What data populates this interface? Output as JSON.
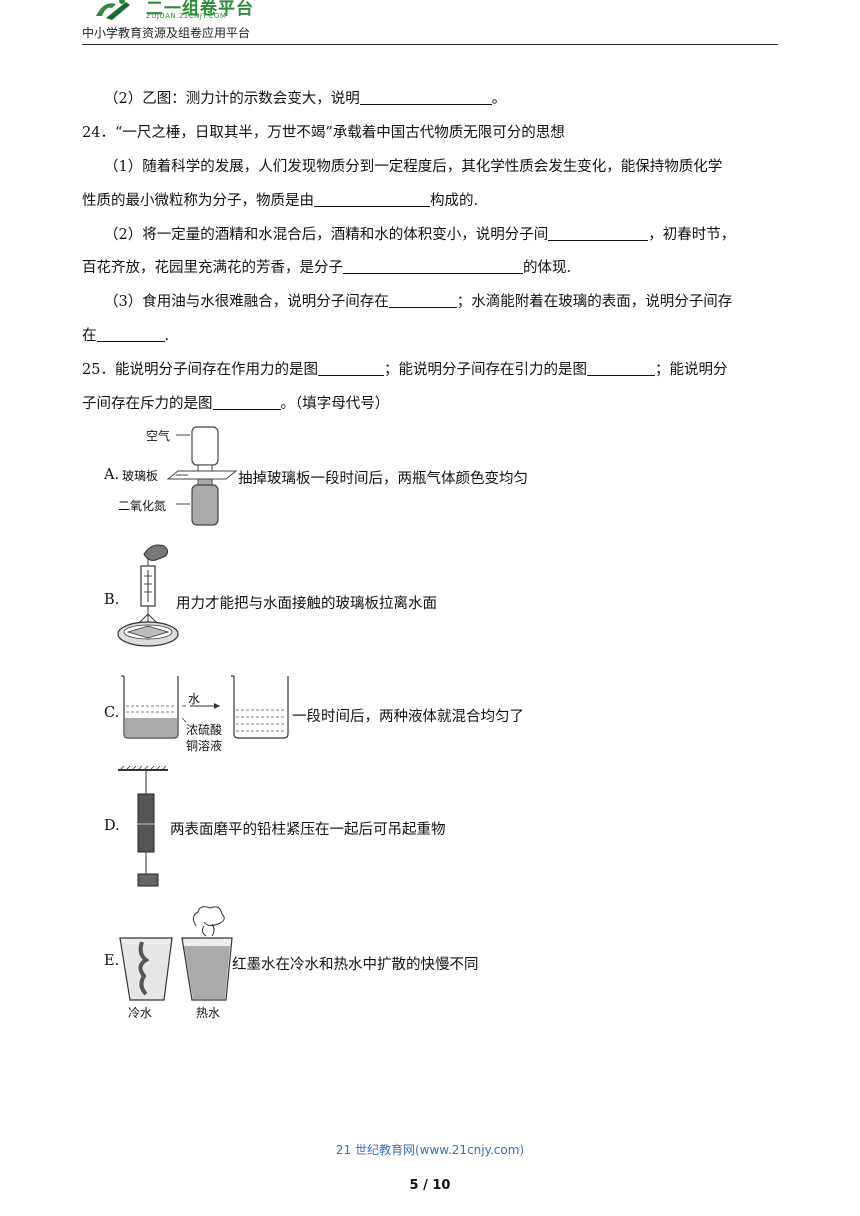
{
  "header": {
    "logo_text": "二一组卷平台",
    "logo_sub": "ZUJUAN.21CNJY.COM",
    "subtitle": "中小学教育资源及组卷应用平台"
  },
  "lines": {
    "l1a": "（2）乙图：测力计的示数会变大，说明",
    "l1b": "。",
    "q24": "24．“一尺之棰，日取其半，万世不竭”承载着中国古代物质无限可分的思想",
    "l3": "（1）随着科学的发展，人们发现物质分到一定程度后，其化学性质会发生变化，能保持物质化学",
    "l4a": "性质的最小微粒称为分子，物质是由",
    "l4b": "构成的.",
    "l5a": "（2）将一定量的酒精和水混合后，酒精和水的体积变小，说明分子间",
    "l5b": "，初春时节，",
    "l6a": "百花齐放，花园里充满花的芳香，是分子",
    "l6b": "的体现.",
    "l7a": "（3）食用油与水很难融合，说明分子间存在",
    "l7b": "；水滴能附着在玻璃的表面，说明分子间存",
    "l8a": "在",
    "l8b": ".",
    "q25a": "25．能说明分子间存在作用力的是图",
    "q25b": "；能说明分子间存在引力的是图",
    "q25c": "；能说明分",
    "l10a": "子间存在斥力的是图",
    "l10b": "。（填字母代号）"
  },
  "options": [
    {
      "letter": "A.",
      "text": "抽掉玻璃板一段时间后，两瓶气体颜色变均匀"
    },
    {
      "letter": "B.",
      "text": "用力才能把与水面接触的玻璃板拉离水面"
    },
    {
      "letter": "C.",
      "text": "一段时间后，两种液体就混合均匀了"
    },
    {
      "letter": "D.",
      "text": "两表面磨平的铅柱紧压在一起后可吊起重物"
    },
    {
      "letter": "E.",
      "text": "红墨水在冷水和热水中扩散的快慢不同"
    }
  ],
  "figure_labels": {
    "air": "空气",
    "glass_plate": "玻璃板",
    "no2": "二氧化氮",
    "water": "水",
    "cuso4_1": "浓硫酸",
    "cuso4_2": "铜溶液",
    "cold_water": "冷水",
    "hot_water": "热水"
  },
  "footer": {
    "site": "21 世纪教育网(www.21cnjy.com)",
    "page": "5 / 10"
  }
}
